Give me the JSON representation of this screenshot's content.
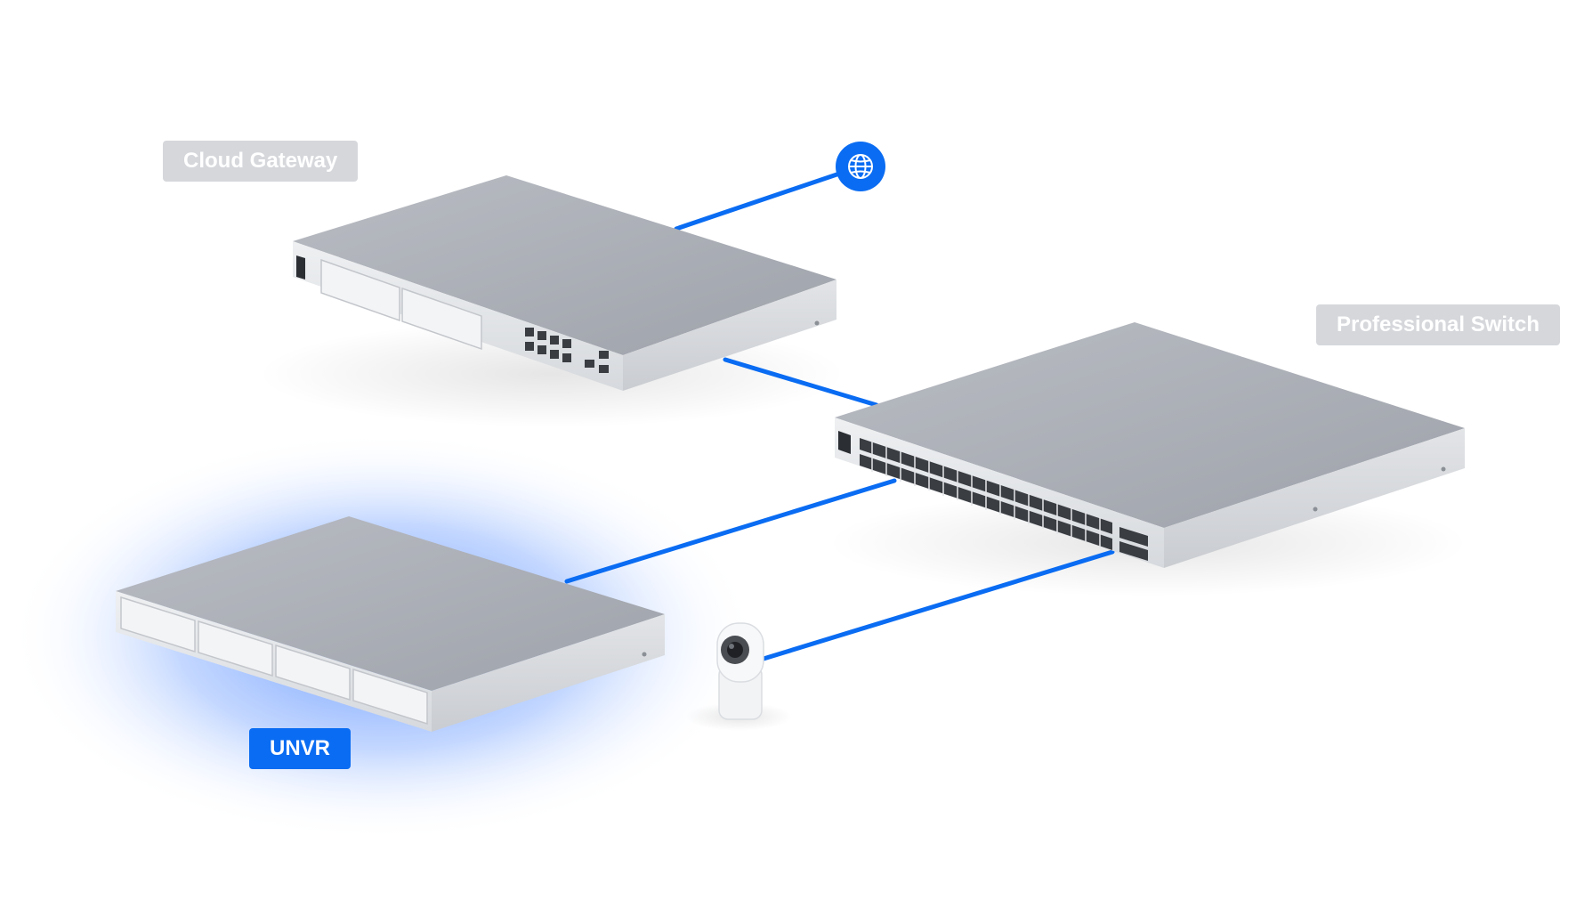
{
  "labels": {
    "cloud_gateway": "Cloud Gateway",
    "professional_switch": "Professional Switch",
    "unvr": "UNVR"
  },
  "icons": {
    "internet": "globe-icon"
  },
  "colors": {
    "link_line": "#0a6cf2",
    "label_gray": "#d5d7db",
    "label_active": "#0a6cf2",
    "device_top": "#a9adb5",
    "device_front": "#e6e8eb",
    "highlight_glow": "#6b9cff"
  },
  "highlighted_device": "UNVR"
}
